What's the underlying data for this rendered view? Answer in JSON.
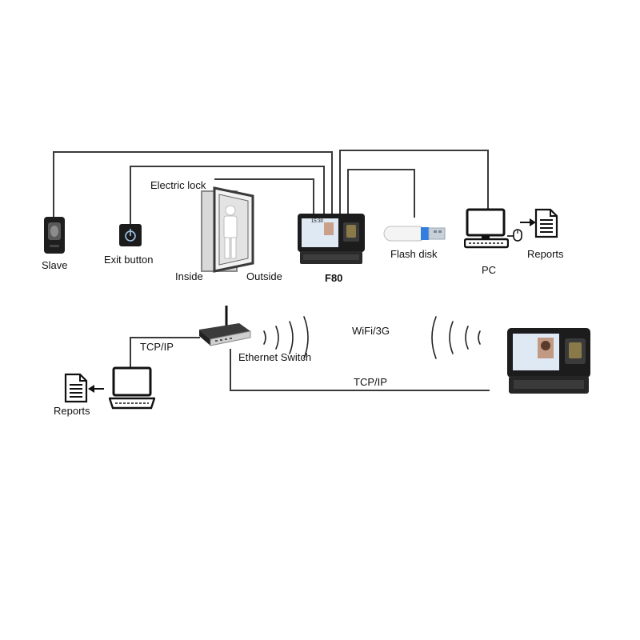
{
  "labels": {
    "slave": "Slave",
    "exit_button": "Exit button",
    "electric_lock": "Electric lock",
    "inside": "Inside",
    "outside": "Outside",
    "f80": "F80",
    "flash_disk": "Flash disk",
    "pc": "PC",
    "reports_top": "Reports",
    "tcpip_left": "TCP/IP",
    "ethernet_switch": "Ethernet Switch",
    "wifi_3g": "WiFi/3G",
    "tcpip_bottom": "TCP/IP",
    "reports_bottom": "Reports"
  },
  "device_screen_time": "15:30",
  "icons": [
    "fingerprint-reader-icon",
    "exit-button-icon",
    "door-icon",
    "person-icon",
    "terminal-icon",
    "usb-flash-disk-icon",
    "desktop-pc-icon",
    "mouse-icon",
    "report-document-icon",
    "arrow-icon",
    "router-icon",
    "laptop-icon",
    "wifi-waves-icon"
  ],
  "colors": {
    "wire": "#3a3a3a",
    "device_body": "#1c1c1c",
    "usb_blue": "#2f7ee0",
    "screen_bg": "#dfe9f4"
  }
}
